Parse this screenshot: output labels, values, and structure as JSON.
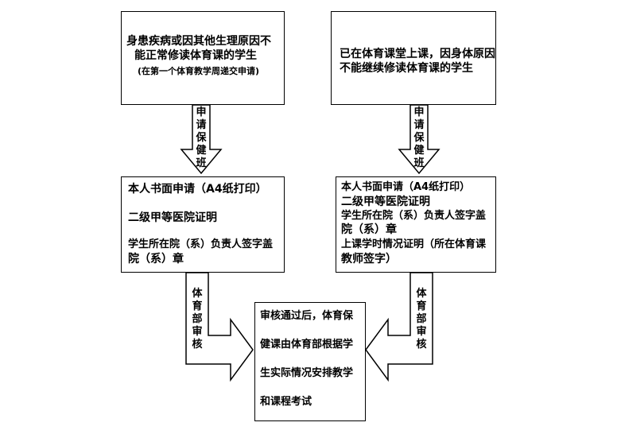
{
  "left_top": {
    "line1": "身患疾病或因其他生理原因不",
    "line2": "能正常修读体育课的学生",
    "note": "(在第一个体育教学周递交申请)"
  },
  "right_top": {
    "line1": "已在体育课堂上课，因身体原因",
    "line2": "不能继续修读体育课的学生"
  },
  "arrow_left_top": "申请保健班",
  "arrow_right_top": "申请保健班",
  "left_mid": {
    "line1": "本人书面申请（A4纸打印）",
    "line2": "二级甲等医院证明",
    "line3": "学生所在院（系）负责人签字盖",
    "line4": "院（系）章"
  },
  "right_mid": {
    "line1": "本人书面申请（A4纸打印）",
    "line2": "二级甲等医院证明",
    "line3": "学生所在院（系）负责人签字盖",
    "line4": "院（系）章",
    "line5": "上课学时情况证明（所在体育课",
    "line6": "教师签字）"
  },
  "arrow_left_bottom": "体育部审核",
  "arrow_right_bottom": "体育部审核",
  "bottom": {
    "line1": "审核通过后，体育保",
    "line2": "健课由体育部根据学",
    "line3": "生实际情况安排教学",
    "line4": "和课程考试"
  }
}
